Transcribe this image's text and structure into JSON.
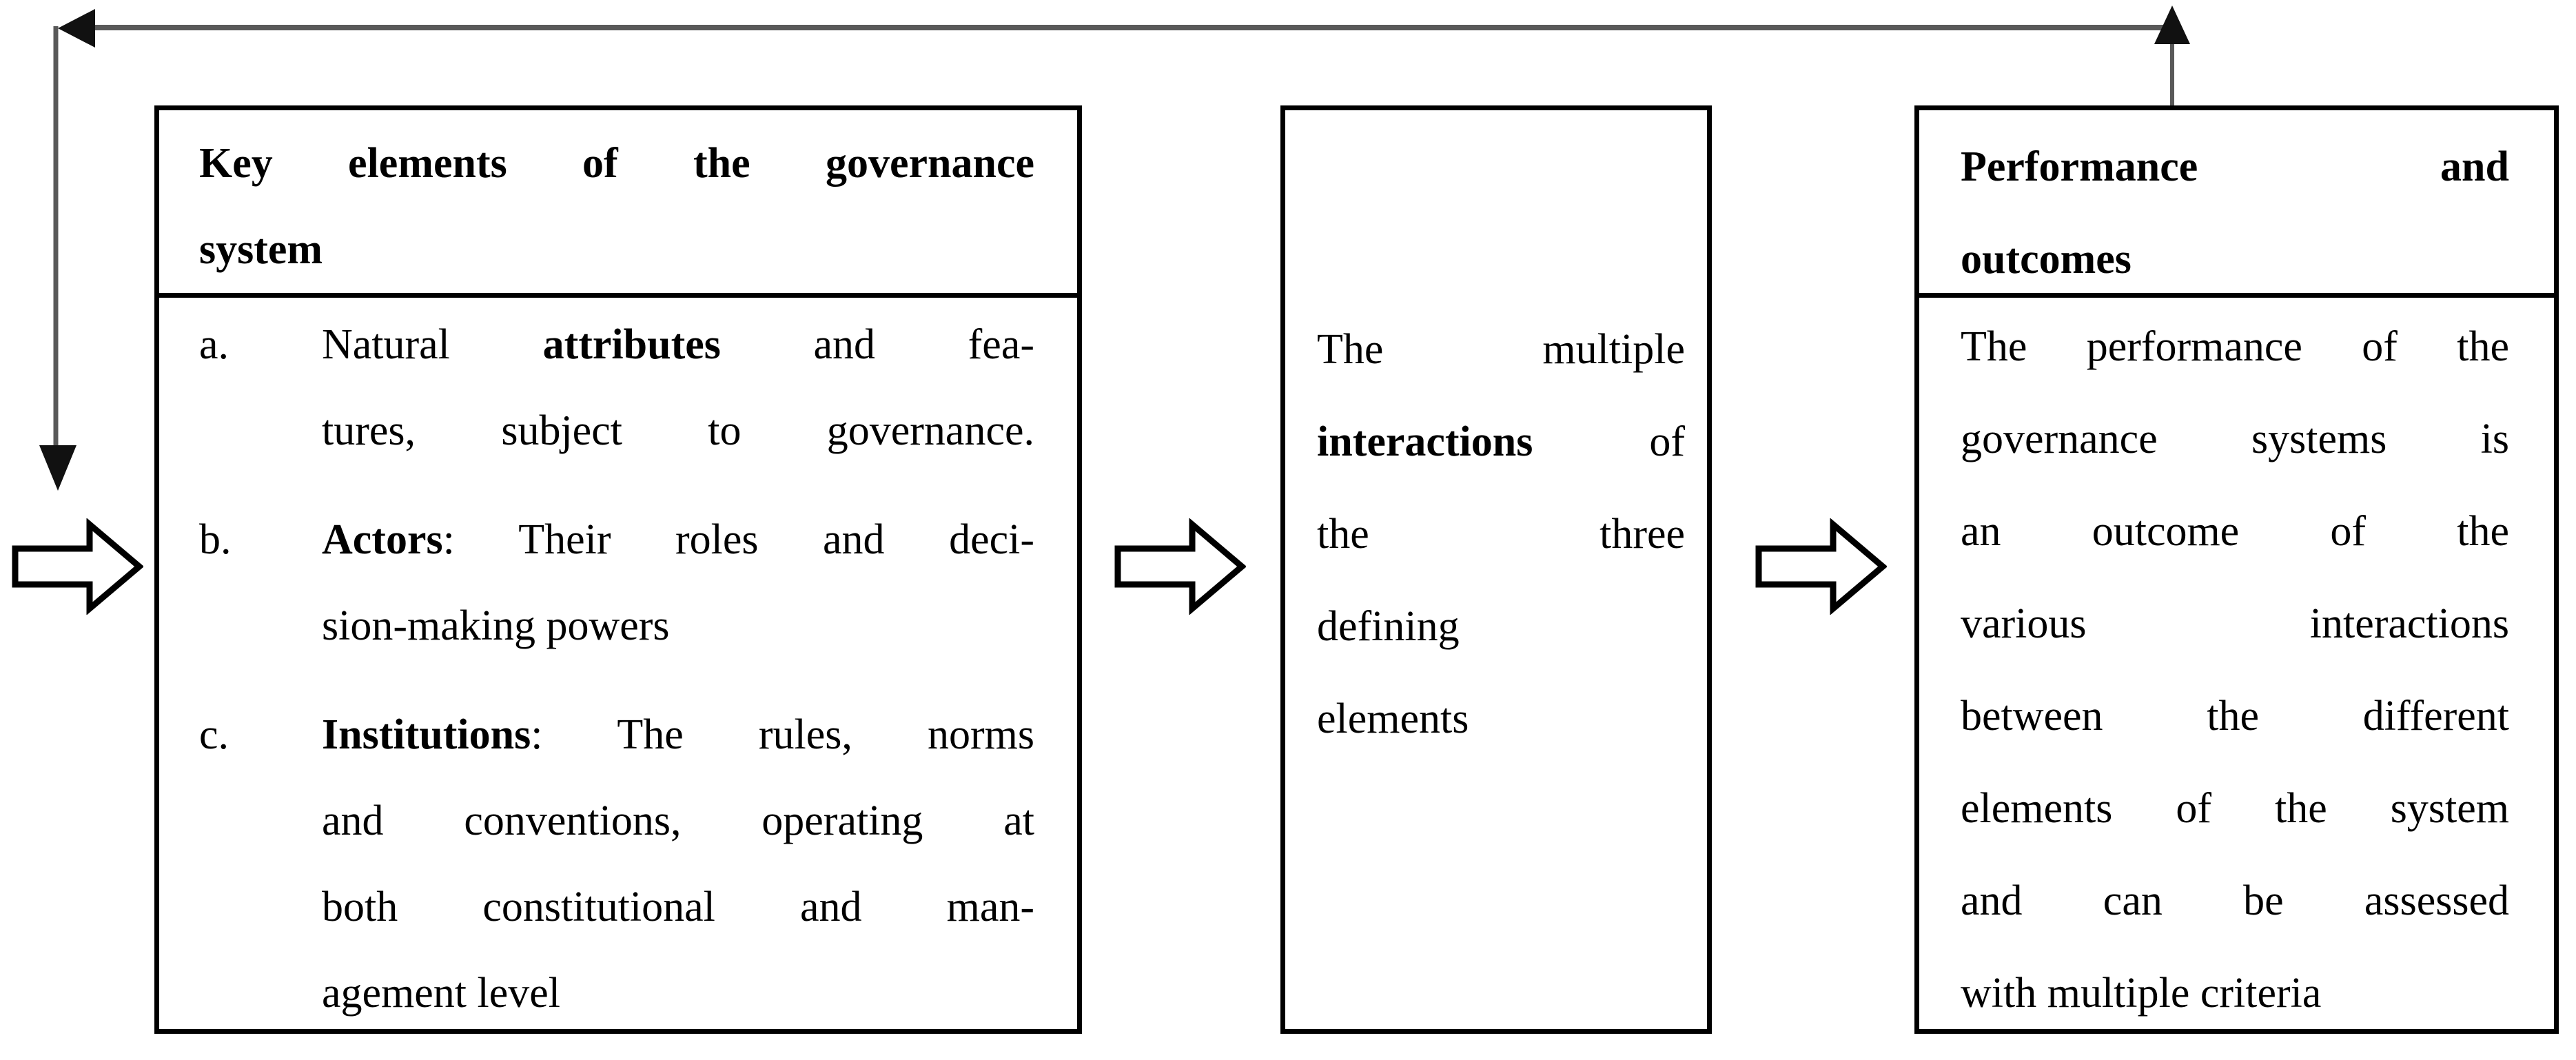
{
  "colors": {
    "background": "#ffffff",
    "box_border": "#000000",
    "connector_line": "#595959",
    "arrowhead": "#111111",
    "block_arrow_outline": "#000000",
    "block_arrow_fill": "#ffffff",
    "text": "#000000"
  },
  "connectors": {
    "feedback_loop": "feedback arrow from Performance box up, across top, down to input arrow",
    "flow_arrows": [
      "input block arrow",
      "elements to interactions block arrow",
      "interactions to performance block arrow"
    ]
  },
  "boxes": {
    "left": {
      "header": [
        {
          "segs": [
            {
              "t": "Key elements of the governance",
              "b": true
            }
          ],
          "j": true
        },
        {
          "segs": [
            {
              "t": "system",
              "b": true
            }
          ],
          "j": false
        }
      ],
      "items": [
        {
          "marker": "a.",
          "lines": [
            {
              "segs": [
                {
                  "t": "Natural ",
                  "b": false
                },
                {
                  "t": "attributes",
                  "b": true
                },
                {
                  "t": " and fea-",
                  "b": false
                }
              ],
              "j": true
            },
            {
              "segs": [
                {
                  "t": "tures, subject to governance.",
                  "b": false
                }
              ],
              "j": true
            }
          ]
        },
        {
          "marker": "b.",
          "lines": [
            {
              "segs": [
                {
                  "t": "Actors",
                  "b": true
                },
                {
                  "t": ": Their roles and deci-",
                  "b": false
                }
              ],
              "j": true
            },
            {
              "segs": [
                {
                  "t": "sion-making powers",
                  "b": false
                }
              ],
              "j": false
            }
          ]
        },
        {
          "marker": "c.",
          "lines": [
            {
              "segs": [
                {
                  "t": "Institutions",
                  "b": true
                },
                {
                  "t": ": The rules, norms",
                  "b": false
                }
              ],
              "j": true
            },
            {
              "segs": [
                {
                  "t": "and conventions, operating at",
                  "b": false
                }
              ],
              "j": true
            },
            {
              "segs": [
                {
                  "t": "both constitutional and man-",
                  "b": false
                }
              ],
              "j": true
            },
            {
              "segs": [
                {
                  "t": "agement level",
                  "b": false
                }
              ],
              "j": false
            }
          ]
        }
      ]
    },
    "middle": {
      "lines": [
        {
          "segs": [
            {
              "t": "The multiple",
              "b": false
            }
          ],
          "j": true
        },
        {
          "segs": [
            {
              "t": "interactions",
              "b": true
            },
            {
              "t": " of",
              "b": false
            }
          ],
          "j": true
        },
        {
          "segs": [
            {
              "t": "the three",
              "b": false
            }
          ],
          "j": true
        },
        {
          "segs": [
            {
              "t": "defining",
              "b": false
            }
          ],
          "j": false
        },
        {
          "segs": [
            {
              "t": "elements",
              "b": false
            }
          ],
          "j": false
        }
      ]
    },
    "right": {
      "header": [
        {
          "segs": [
            {
              "t": "Performance and",
              "b": true
            }
          ],
          "j": true
        },
        {
          "segs": [
            {
              "t": "outcomes",
              "b": true
            }
          ],
          "j": false
        }
      ],
      "lines": [
        {
          "segs": [
            {
              "t": "The performance of the",
              "b": false
            }
          ],
          "j": true
        },
        {
          "segs": [
            {
              "t": "governance systems is",
              "b": false
            }
          ],
          "j": true
        },
        {
          "segs": [
            {
              "t": "an outcome of the",
              "b": false
            }
          ],
          "j": true
        },
        {
          "segs": [
            {
              "t": "various interactions",
              "b": false
            }
          ],
          "j": true
        },
        {
          "segs": [
            {
              "t": "between the different",
              "b": false
            }
          ],
          "j": true
        },
        {
          "segs": [
            {
              "t": "elements of the system",
              "b": false
            }
          ],
          "j": true
        },
        {
          "segs": [
            {
              "t": "and can be assessed",
              "b": false
            }
          ],
          "j": true
        },
        {
          "segs": [
            {
              "t": "with multiple criteria",
              "b": false
            }
          ],
          "j": false
        }
      ]
    }
  }
}
